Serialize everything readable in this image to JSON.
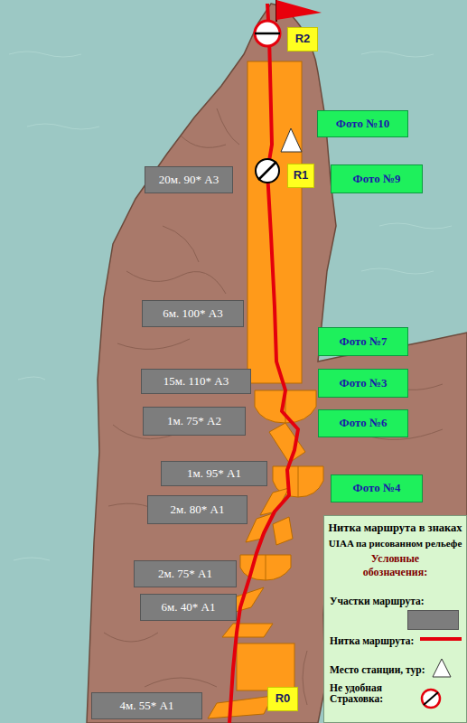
{
  "diagram": {
    "title": "Нитка маршрута в знаках",
    "nodes": [
      {
        "text": [
          "R2"
        ]
      },
      {
        "text": [
          "Фото №10"
        ]
      },
      {
        "text": [
          "20м. 90* A3"
        ]
      },
      {
        "text": [
          "R1"
        ]
      },
      {
        "text": [
          "Фото №9"
        ]
      },
      {
        "text": [
          "6м. 100* A3"
        ]
      },
      {
        "text": [
          "Фото №7"
        ]
      },
      {
        "text": [
          "15м. 110* A3"
        ]
      },
      {
        "text": [
          "Фото №3"
        ]
      },
      {
        "text": [
          "1м. 75* A2"
        ]
      },
      {
        "text": [
          "Фото №6"
        ]
      },
      {
        "text": [
          "1м. 95* A1"
        ]
      },
      {
        "text": [
          "Фото №4"
        ]
      },
      {
        "text": [
          "2м. 80* A1"
        ]
      },
      {
        "text": [
          "2м. 75* A1"
        ]
      },
      {
        "text": [
          "6м. 40* A1"
        ]
      },
      {
        "text": [
          "4м. 55* A1"
        ]
      },
      {
        "text": [
          "R0"
        ]
      }
    ],
    "labels": [
      "UIAA па рисованном рельефе",
      "Условные обозначения:"
    ],
    "legend": [
      {
        "text": "Участки маршрута:",
        "color": "#7d7d7d"
      },
      {
        "text": "Нитка маршрута:"
      },
      {
        "text": "Место станции, тур:"
      },
      {
        "text": "Не удобная Страховка:"
      }
    ]
  }
}
